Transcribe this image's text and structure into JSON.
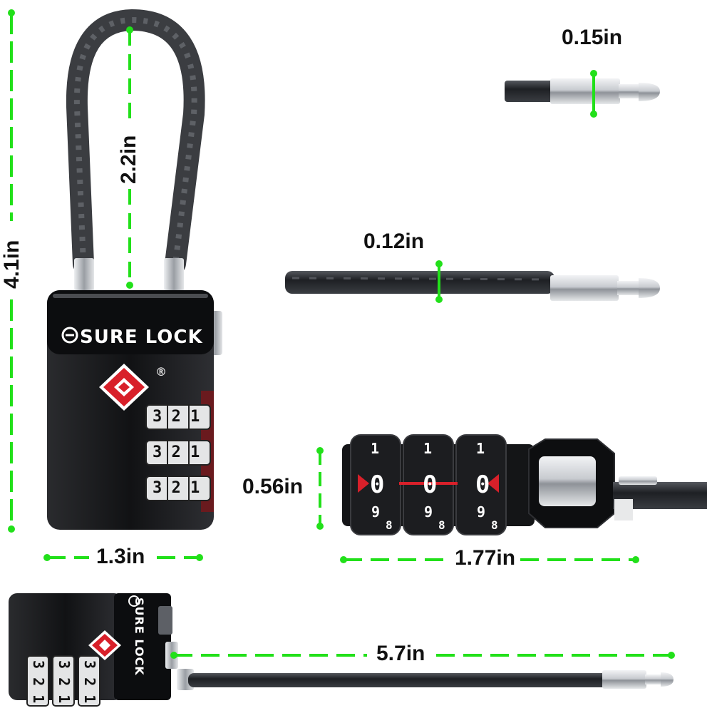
{
  "brand": {
    "name": "SURE LOCK",
    "registered_mark": "®"
  },
  "dimensions": {
    "total_height": "4.1in",
    "shackle_height": "2.2in",
    "body_width": "1.3in",
    "pin_diameter": "0.15in",
    "cable_diameter": "0.12in",
    "dial_height": "0.56in",
    "dial_width": "1.77in",
    "cable_length": "5.7in"
  },
  "dials": {
    "front_rows": [
      "3 2 1",
      "3 2 1",
      "3 2 1"
    ],
    "side_row": [
      "1",
      "0",
      "9",
      "8"
    ],
    "bottom_rows": [
      "3 2 1",
      "3 2 1",
      "3 2 1"
    ]
  },
  "colors": {
    "measure_green": "#22e01a",
    "lock_body": "#1a1a1c",
    "tsa_red": "#d8202a",
    "chrome": "#c9ccd0",
    "cable": "#2a2c30"
  }
}
